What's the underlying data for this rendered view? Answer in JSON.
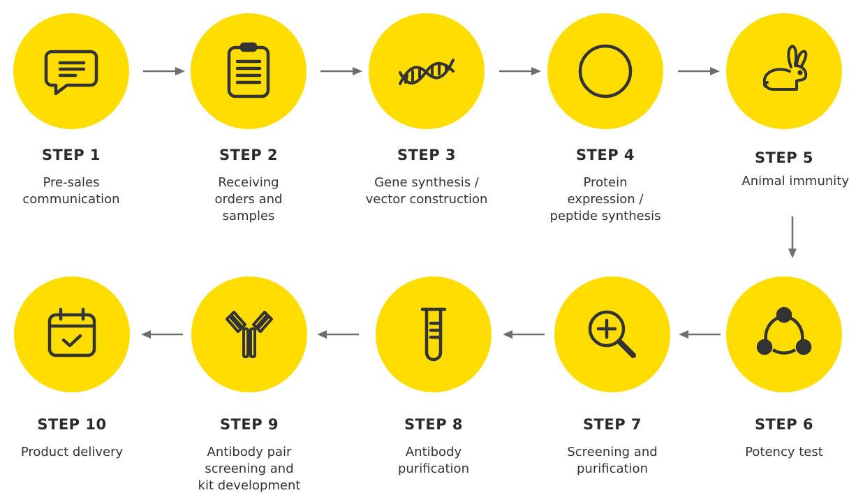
{
  "colors": {
    "accent": "#FFDD00",
    "icon": "#333333",
    "arrow": "#6e6e6e"
  },
  "steps": [
    {
      "title": "STEP 1",
      "desc_lines": [
        "Pre-sales",
        "communication"
      ],
      "icon": "chat-icon"
    },
    {
      "title": "STEP 2",
      "desc_lines": [
        "Receiving",
        "orders and",
        "samples"
      ],
      "icon": "clipboard-icon"
    },
    {
      "title": "STEP 3",
      "desc_lines": [
        "Gene synthesis /",
        "vector construction"
      ],
      "icon": "dna-icon"
    },
    {
      "title": "STEP 4",
      "desc_lines": [
        "Protein",
        "expression /",
        "peptide synthesis"
      ],
      "icon": "circle-icon"
    },
    {
      "title": "STEP 5",
      "desc_lines": [
        "Animal immunity"
      ],
      "icon": "rabbit-icon"
    },
    {
      "title": "STEP 6",
      "desc_lines": [
        "Potency test"
      ],
      "icon": "network-icon"
    },
    {
      "title": "STEP 7",
      "desc_lines": [
        "Screening and",
        "purification"
      ],
      "icon": "magnifier-plus-icon"
    },
    {
      "title": "STEP 8",
      "desc_lines": [
        "Antibody",
        "purification"
      ],
      "icon": "test-tube-icon"
    },
    {
      "title": "STEP 9",
      "desc_lines": [
        "Antibody pair",
        "screening and",
        "kit development"
      ],
      "icon": "antibody-icon"
    },
    {
      "title": "STEP 10",
      "desc_lines": [
        "Product delivery"
      ],
      "icon": "calendar-check-icon"
    }
  ]
}
